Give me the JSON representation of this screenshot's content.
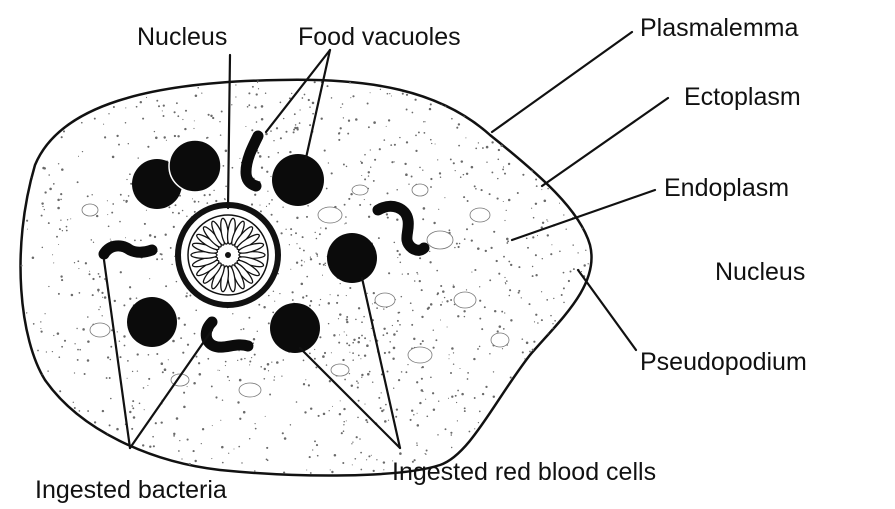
{
  "labels": {
    "nucleus_top": "Nucleus",
    "food_vacuoles": "Food vacuoles",
    "plasmalemma": "Plasmalemma",
    "ectoplasm": "Ectoplasm",
    "endoplasm": "Endoplasm",
    "nucleus_right": "Nucleus",
    "pseudopodium": "Pseudopodium",
    "ingested_bacteria": "Ingested bacteria",
    "ingested_rbc": "Ingested red blood cells"
  },
  "colors": {
    "ink": "#111111",
    "stipple": "#6a6a6a",
    "background": "#ffffff"
  }
}
